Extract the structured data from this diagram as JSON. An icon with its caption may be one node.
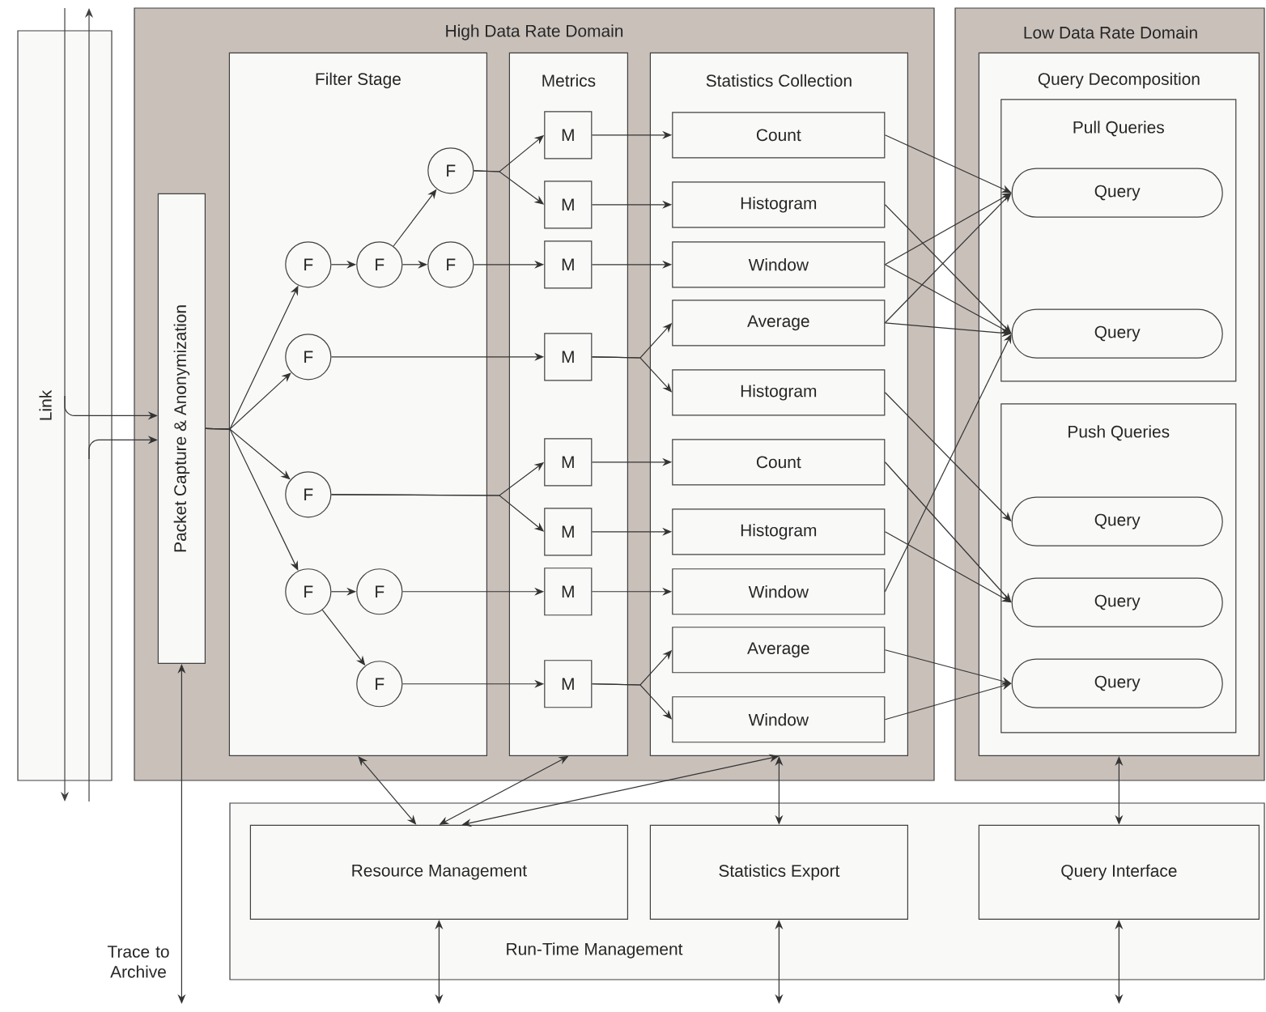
{
  "diagram": {
    "nodes": [
      {
        "text": [
          "Link"
        ]
      },
      {
        "text": [
          "High Data Rate Domain"
        ]
      },
      {
        "text": [
          "Packet Capture & Anonymization"
        ],
        "in": 1
      },
      {
        "text": [
          "Filter Stage"
        ],
        "in": 1
      },
      {
        "text": [
          "Metrics"
        ],
        "in": 1
      },
      {
        "text": [
          "Statistics Collection"
        ],
        "in": 1
      },
      {
        "text": [
          "F"
        ],
        "in": 3
      },
      {
        "text": [
          "F"
        ],
        "in": 3
      },
      {
        "text": [
          "F"
        ],
        "in": 3
      },
      {
        "text": [
          "F"
        ],
        "in": 3
      },
      {
        "text": [
          "F"
        ],
        "in": 3
      },
      {
        "text": [
          "F"
        ],
        "in": 3
      },
      {
        "text": [
          "F"
        ],
        "in": 3
      },
      {
        "text": [
          "F"
        ],
        "in": 3
      },
      {
        "text": [
          "F"
        ],
        "in": 3
      },
      {
        "text": [
          "M"
        ],
        "in": 4
      },
      {
        "text": [
          "M"
        ],
        "in": 4
      },
      {
        "text": [
          "M"
        ],
        "in": 4
      },
      {
        "text": [
          "M"
        ],
        "in": 4
      },
      {
        "text": [
          "M"
        ],
        "in": 4
      },
      {
        "text": [
          "M"
        ],
        "in": 4
      },
      {
        "text": [
          "M"
        ],
        "in": 4
      },
      {
        "text": [
          "M"
        ],
        "in": 4
      },
      {
        "text": [
          "Count"
        ],
        "in": 5
      },
      {
        "text": [
          "Histogram"
        ],
        "in": 5
      },
      {
        "text": [
          "Window"
        ],
        "in": 5
      },
      {
        "text": [
          "Average"
        ],
        "in": 5
      },
      {
        "text": [
          "Histogram"
        ],
        "in": 5
      },
      {
        "text": [
          "Count"
        ],
        "in": 5
      },
      {
        "text": [
          "Histogram"
        ],
        "in": 5
      },
      {
        "text": [
          "Window"
        ],
        "in": 5
      },
      {
        "text": [
          "Average"
        ],
        "in": 5
      },
      {
        "text": [
          "Window"
        ],
        "in": 5
      },
      {
        "text": [
          "Low Data Rate Domain"
        ]
      },
      {
        "text": [
          "Query Decomposition"
        ],
        "in": 33
      },
      {
        "text": [
          "Pull Queries"
        ],
        "in": 34
      },
      {
        "text": [
          "Query"
        ],
        "in": 35
      },
      {
        "text": [
          "Query"
        ],
        "in": 35
      },
      {
        "text": [
          "Push Queries"
        ],
        "in": 34
      },
      {
        "text": [
          "Query"
        ],
        "in": 38
      },
      {
        "text": [
          "Query"
        ],
        "in": 38
      },
      {
        "text": [
          "Query"
        ],
        "in": 38
      },
      {
        "text": [
          "Run-Time Management"
        ]
      },
      {
        "text": [
          "Resource Management"
        ],
        "in": 42
      },
      {
        "text": [
          "Statistics Export"
        ],
        "in": 42
      },
      {
        "text": [
          "Query Interface"
        ],
        "in": 42
      }
    ],
    "edges": [
      {
        "from": 0,
        "to": 2,
        "arrow": "to"
      },
      {
        "from": 0,
        "to": 2,
        "arrow": "to"
      },
      {
        "from": 2,
        "to": 7,
        "arrow": "to"
      },
      {
        "from": 2,
        "to": 10,
        "arrow": "to"
      },
      {
        "from": 2,
        "to": 11,
        "arrow": "to"
      },
      {
        "from": 2,
        "to": 12,
        "arrow": "to"
      },
      {
        "from": 7,
        "to": 8,
        "arrow": "to"
      },
      {
        "from": 8,
        "to": 9,
        "arrow": "to"
      },
      {
        "from": 8,
        "to": 6,
        "arrow": "to"
      },
      {
        "from": 6,
        "to": 15,
        "arrow": "to"
      },
      {
        "from": 6,
        "to": 16,
        "arrow": "to"
      },
      {
        "from": 9,
        "to": 17,
        "arrow": "to"
      },
      {
        "from": 10,
        "to": 18,
        "arrow": "to"
      },
      {
        "from": 11,
        "to": 19,
        "arrow": "to"
      },
      {
        "from": 11,
        "to": 20,
        "arrow": "to"
      },
      {
        "from": 12,
        "to": 13,
        "arrow": "to"
      },
      {
        "from": 12,
        "to": 14,
        "arrow": "to"
      },
      {
        "from": 13,
        "to": 21,
        "arrow": "to"
      },
      {
        "from": 14,
        "to": 22,
        "arrow": "to"
      },
      {
        "from": 15,
        "to": 23,
        "arrow": "to"
      },
      {
        "from": 16,
        "to": 24,
        "arrow": "to"
      },
      {
        "from": 17,
        "to": 25,
        "arrow": "to"
      },
      {
        "from": 18,
        "to": 26,
        "arrow": "to"
      },
      {
        "from": 18,
        "to": 27,
        "arrow": "to"
      },
      {
        "from": 19,
        "to": 28,
        "arrow": "to"
      },
      {
        "from": 20,
        "to": 29,
        "arrow": "to"
      },
      {
        "from": 21,
        "to": 30,
        "arrow": "to"
      },
      {
        "from": 22,
        "to": 31,
        "arrow": "to"
      },
      {
        "from": 22,
        "to": 32,
        "arrow": "to"
      },
      {
        "from": 23,
        "to": 36,
        "arrow": "to"
      },
      {
        "from": 24,
        "to": 37,
        "arrow": "to"
      },
      {
        "from": 25,
        "to": 36,
        "arrow": "to"
      },
      {
        "from": 25,
        "to": 37,
        "arrow": "to"
      },
      {
        "from": 26,
        "to": 36,
        "arrow": "to"
      },
      {
        "from": 26,
        "to": 37,
        "arrow": "to"
      },
      {
        "from": 27,
        "to": 39,
        "arrow": "to"
      },
      {
        "from": 28,
        "to": 40,
        "arrow": "to"
      },
      {
        "from": 29,
        "to": 40,
        "arrow": "to"
      },
      {
        "from": 30,
        "to": 37,
        "arrow": "to"
      },
      {
        "from": 31,
        "to": 41,
        "arrow": "to"
      },
      {
        "from": 32,
        "to": 41,
        "arrow": "to"
      },
      {
        "from": 3,
        "to": 43,
        "arrow": "both"
      },
      {
        "from": 4,
        "to": 43,
        "arrow": "both"
      },
      {
        "from": 5,
        "to": 43,
        "arrow": "both"
      },
      {
        "from": 5,
        "to": 44,
        "arrow": "both"
      },
      {
        "from": 34,
        "to": 45,
        "arrow": "both"
      },
      {
        "from": 2,
        "to": null,
        "arrow": "both",
        "label": "Trace to Archive"
      },
      {
        "from": 43,
        "to": null,
        "arrow": "both"
      },
      {
        "from": 44,
        "to": null,
        "arrow": "both"
      },
      {
        "from": 45,
        "to": null,
        "arrow": "both"
      }
    ]
  }
}
